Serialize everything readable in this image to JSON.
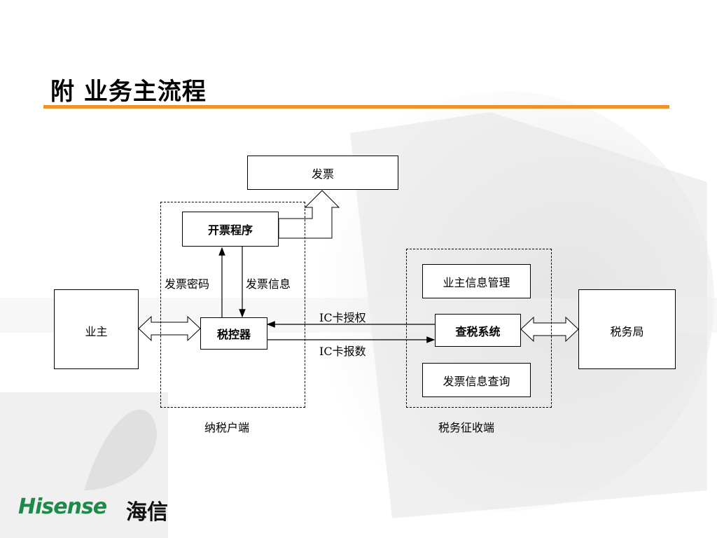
{
  "slide": {
    "title": "附  业务主流程"
  },
  "diagram": {
    "invoice": "发票",
    "invoicing_program": "开票程序",
    "invoice_password": "发票密码",
    "invoice_info": "发票信息",
    "owner": "业主",
    "tax_controller": "税控器",
    "ic_auth": "IC卡授权",
    "ic_report": "IC卡报数",
    "taxpayer_side": "纳税户端",
    "owner_info_mgmt": "业主信息管理",
    "tax_check_system": "查税系统",
    "invoice_info_query": "发票信息查询",
    "tax_collection_side": "税务征收端",
    "tax_bureau": "税务局"
  },
  "branding": {
    "logo_en": "Hisense",
    "logo_cn": "海信",
    "brand_color": "#1e8a4a",
    "accent_color": "#f0922a"
  }
}
